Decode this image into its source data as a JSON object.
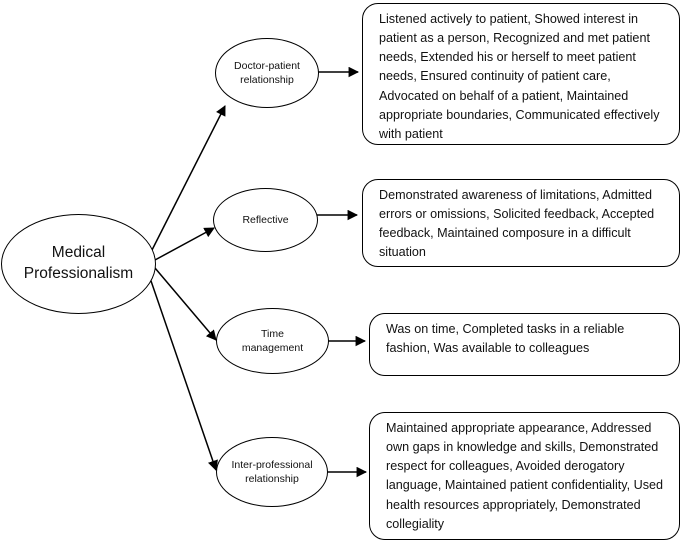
{
  "root": {
    "label": "Medical Professionalism"
  },
  "branches": [
    {
      "label": "Doctor-patient relationship",
      "text": "Listened actively to patient, Showed interest in patient as a person, Recognized and met patient needs, Extended his or herself to meet patient needs, Ensured continuity of patient care, Advocated on behalf of a patient, Maintained appropriate boundaries, Communicated effectively with patient"
    },
    {
      "label": "Reflective",
      "text": "Demonstrated awareness of limitations, Admitted errors or omissions, Solicited feedback, Accepted feedback, Maintained composure in a difficult situation"
    },
    {
      "label": "Time management",
      "text": "Was on time, Completed tasks in a reliable fashion, Was available to colleagues"
    },
    {
      "label": "Inter-professional relationship",
      "text": "Maintained appropriate appearance, Addressed own gaps in knowledge and skills, Demonstrated respect for colleagues, Avoided derogatory language, Maintained patient confidentiality, Used health resources appropriately, Demonstrated collegiality"
    }
  ]
}
